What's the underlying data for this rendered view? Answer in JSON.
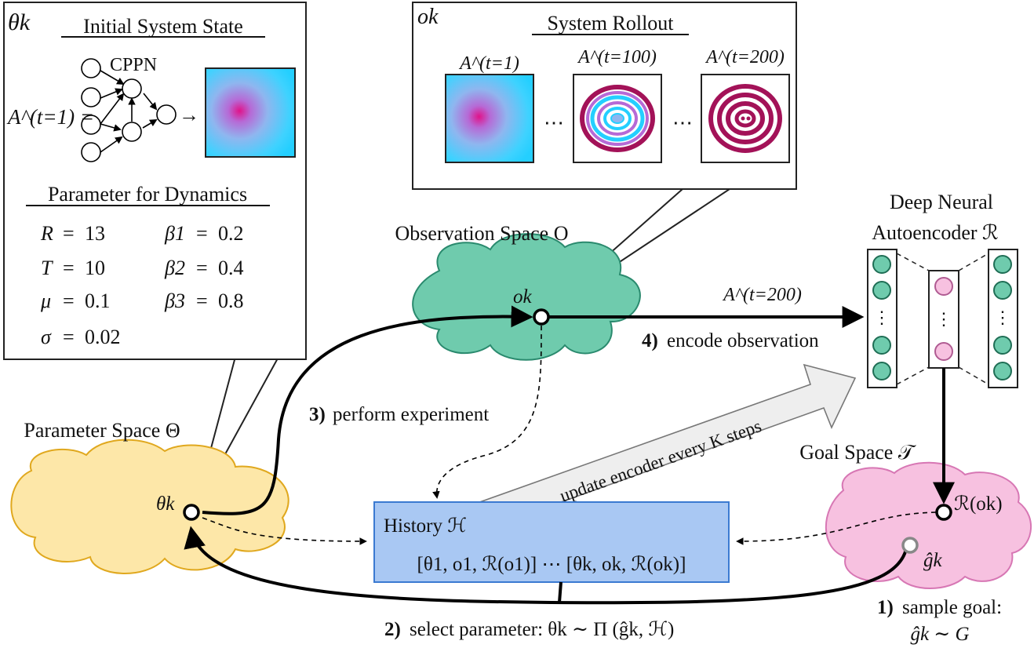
{
  "colors": {
    "parameter_cloud_fill": "#fde7a8",
    "parameter_cloud_stroke": "#e0a81e",
    "observation_cloud_fill": "#6fcbad",
    "observation_cloud_stroke": "#2a8a6e",
    "goal_cloud_fill": "#f7c1e0",
    "goal_cloud_stroke": "#d777b4",
    "history_fill": "#a9c8f3",
    "history_stroke": "#3b7ad1",
    "ae_outer_node": "#6fcbad",
    "ae_inner_node": "#f7c1e0",
    "update_arrow_fill": "#eeeeee",
    "pattern_cyan": "#24cfff",
    "pattern_magenta": "#e0138a",
    "pattern_crimson": "#a31258"
  },
  "theta_panel": {
    "corner_label": "θk",
    "title": "Initial System State",
    "network_label": "CPPN",
    "equation_lhs": "A^(t=1) =",
    "arrow": "→",
    "dynamics_title": "Parameter for Dynamics",
    "params": [
      {
        "name": "R",
        "value": "13"
      },
      {
        "name": "β1",
        "value": "0.2"
      },
      {
        "name": "T",
        "value": "10"
      },
      {
        "name": "β2",
        "value": "0.4"
      },
      {
        "name": "μ",
        "value": "0.1"
      },
      {
        "name": "β3",
        "value": "0.8"
      },
      {
        "name": "σ",
        "value": "0.02"
      }
    ]
  },
  "rollout_panel": {
    "corner_label": "ok",
    "title": "System Rollout",
    "frames": [
      "A^(t=1)",
      "A^(t=100)",
      "A^(t=200)"
    ],
    "ellipsis": "⋯"
  },
  "spaces": {
    "observation": "Observation Space O",
    "parameter": "Parameter Space Θ",
    "goal": "Goal Space 𝒯",
    "autoencoder_line1": "Deep Neural",
    "autoencoder_line2": "Autoencoder ℛ"
  },
  "nodes": {
    "ok": "ok",
    "theta_k": "θk",
    "r_ok": "ℛ(ok)",
    "g_hat_k": "ĝk",
    "a_t200": "A^(t=200)"
  },
  "history": {
    "title": "History ℋ",
    "entries": "[θ1, o1, ℛ(o1)]  ⋯  [θk, ok, ℛ(ok)]"
  },
  "steps": {
    "step1_num": "1)",
    "step1_text": "sample goal:",
    "step1_formula": "ĝk ∼ G",
    "step2_num": "2)",
    "step2_text": "select parameter: θk ∼ Π (ĝk, ℋ)",
    "step3_num": "3)",
    "step3_text": "perform experiment",
    "step4_num": "4)",
    "step4_text": "encode observation",
    "update_text": "update encoder every K steps"
  }
}
